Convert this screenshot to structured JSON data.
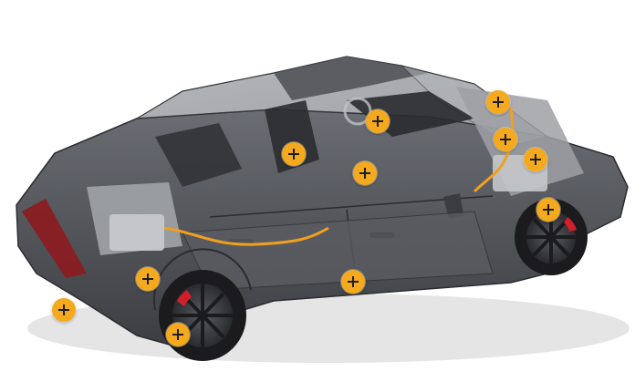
{
  "colors": {
    "hotspot": "#f5a91c",
    "hotspot_icon": "#1d1d1d",
    "body_paint": "#4a4d52",
    "glass": "#8c8f95",
    "tire": "#1b1b1d",
    "brake_caliper": "#d21e2a",
    "cable": "#f0a020"
  },
  "hotspot_icon": "plus-icon",
  "hotspots": [
    {
      "id": "front-left-wheel"
    },
    {
      "id": "front-corner"
    },
    {
      "id": "front-axle"
    },
    {
      "id": "underbody-battery"
    },
    {
      "id": "interior-seat"
    },
    {
      "id": "center-console"
    },
    {
      "id": "dashboard"
    },
    {
      "id": "rear-drive-upper"
    },
    {
      "id": "rear-drive-cable"
    },
    {
      "id": "rear-drive-right"
    },
    {
      "id": "rear-wheel"
    }
  ]
}
